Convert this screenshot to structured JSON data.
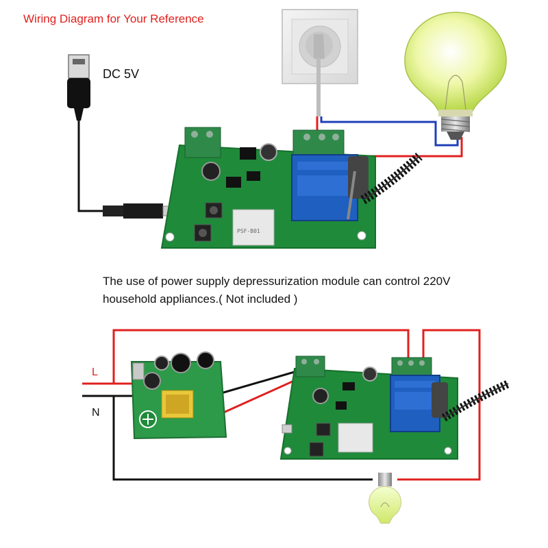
{
  "title": "Wiring Diagram for Your Reference",
  "dc_label": "DC 5V",
  "caption_line1": "The use of power supply depressurization module can control 220V",
  "caption_line2": "household appliances.( Not included )",
  "line_label": "L",
  "neutral_label": "N",
  "module_chip_label": "PSF-B01",
  "colors": {
    "title": "#e0201e",
    "live_wire": "#e0201e",
    "neutral_wire": "#1f3fb8",
    "ground_wire": "#111111",
    "board": "#1f8a3a",
    "relay": "#1f5fc0",
    "terminal": "#2f8a4a"
  },
  "icons": [
    "usb-plug-icon",
    "wall-socket-icon",
    "light-bulb-icon",
    "antenna-icon"
  ]
}
